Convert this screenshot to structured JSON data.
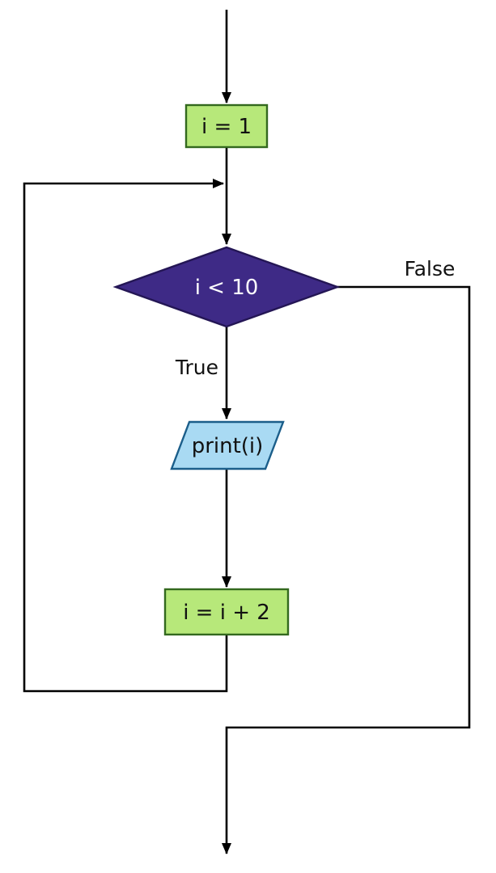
{
  "diagram": {
    "type": "flowchart",
    "description": "while-loop flowchart printing odd numbers",
    "nodes": {
      "init": {
        "label": "i = 1",
        "shape": "process-rectangle",
        "fill": "#b7e87a",
        "border": "#33691e",
        "text_color": "#111111"
      },
      "condition": {
        "label": "i < 10",
        "shape": "decision-diamond",
        "fill": "#3e2a86",
        "border": "#241655",
        "text_color": "#ffffff"
      },
      "output": {
        "label": "print(i)",
        "shape": "io-parallelogram",
        "fill": "#a9daf3",
        "border": "#1b5e8a",
        "text_color": "#111111"
      },
      "increment": {
        "label": "i = i + 2",
        "shape": "process-rectangle",
        "fill": "#b7e87a",
        "border": "#33691e",
        "text_color": "#111111"
      }
    },
    "edges": {
      "true_label": "True",
      "false_label": "False"
    },
    "colors": {
      "line": "#000000",
      "background": "#ffffff"
    }
  }
}
